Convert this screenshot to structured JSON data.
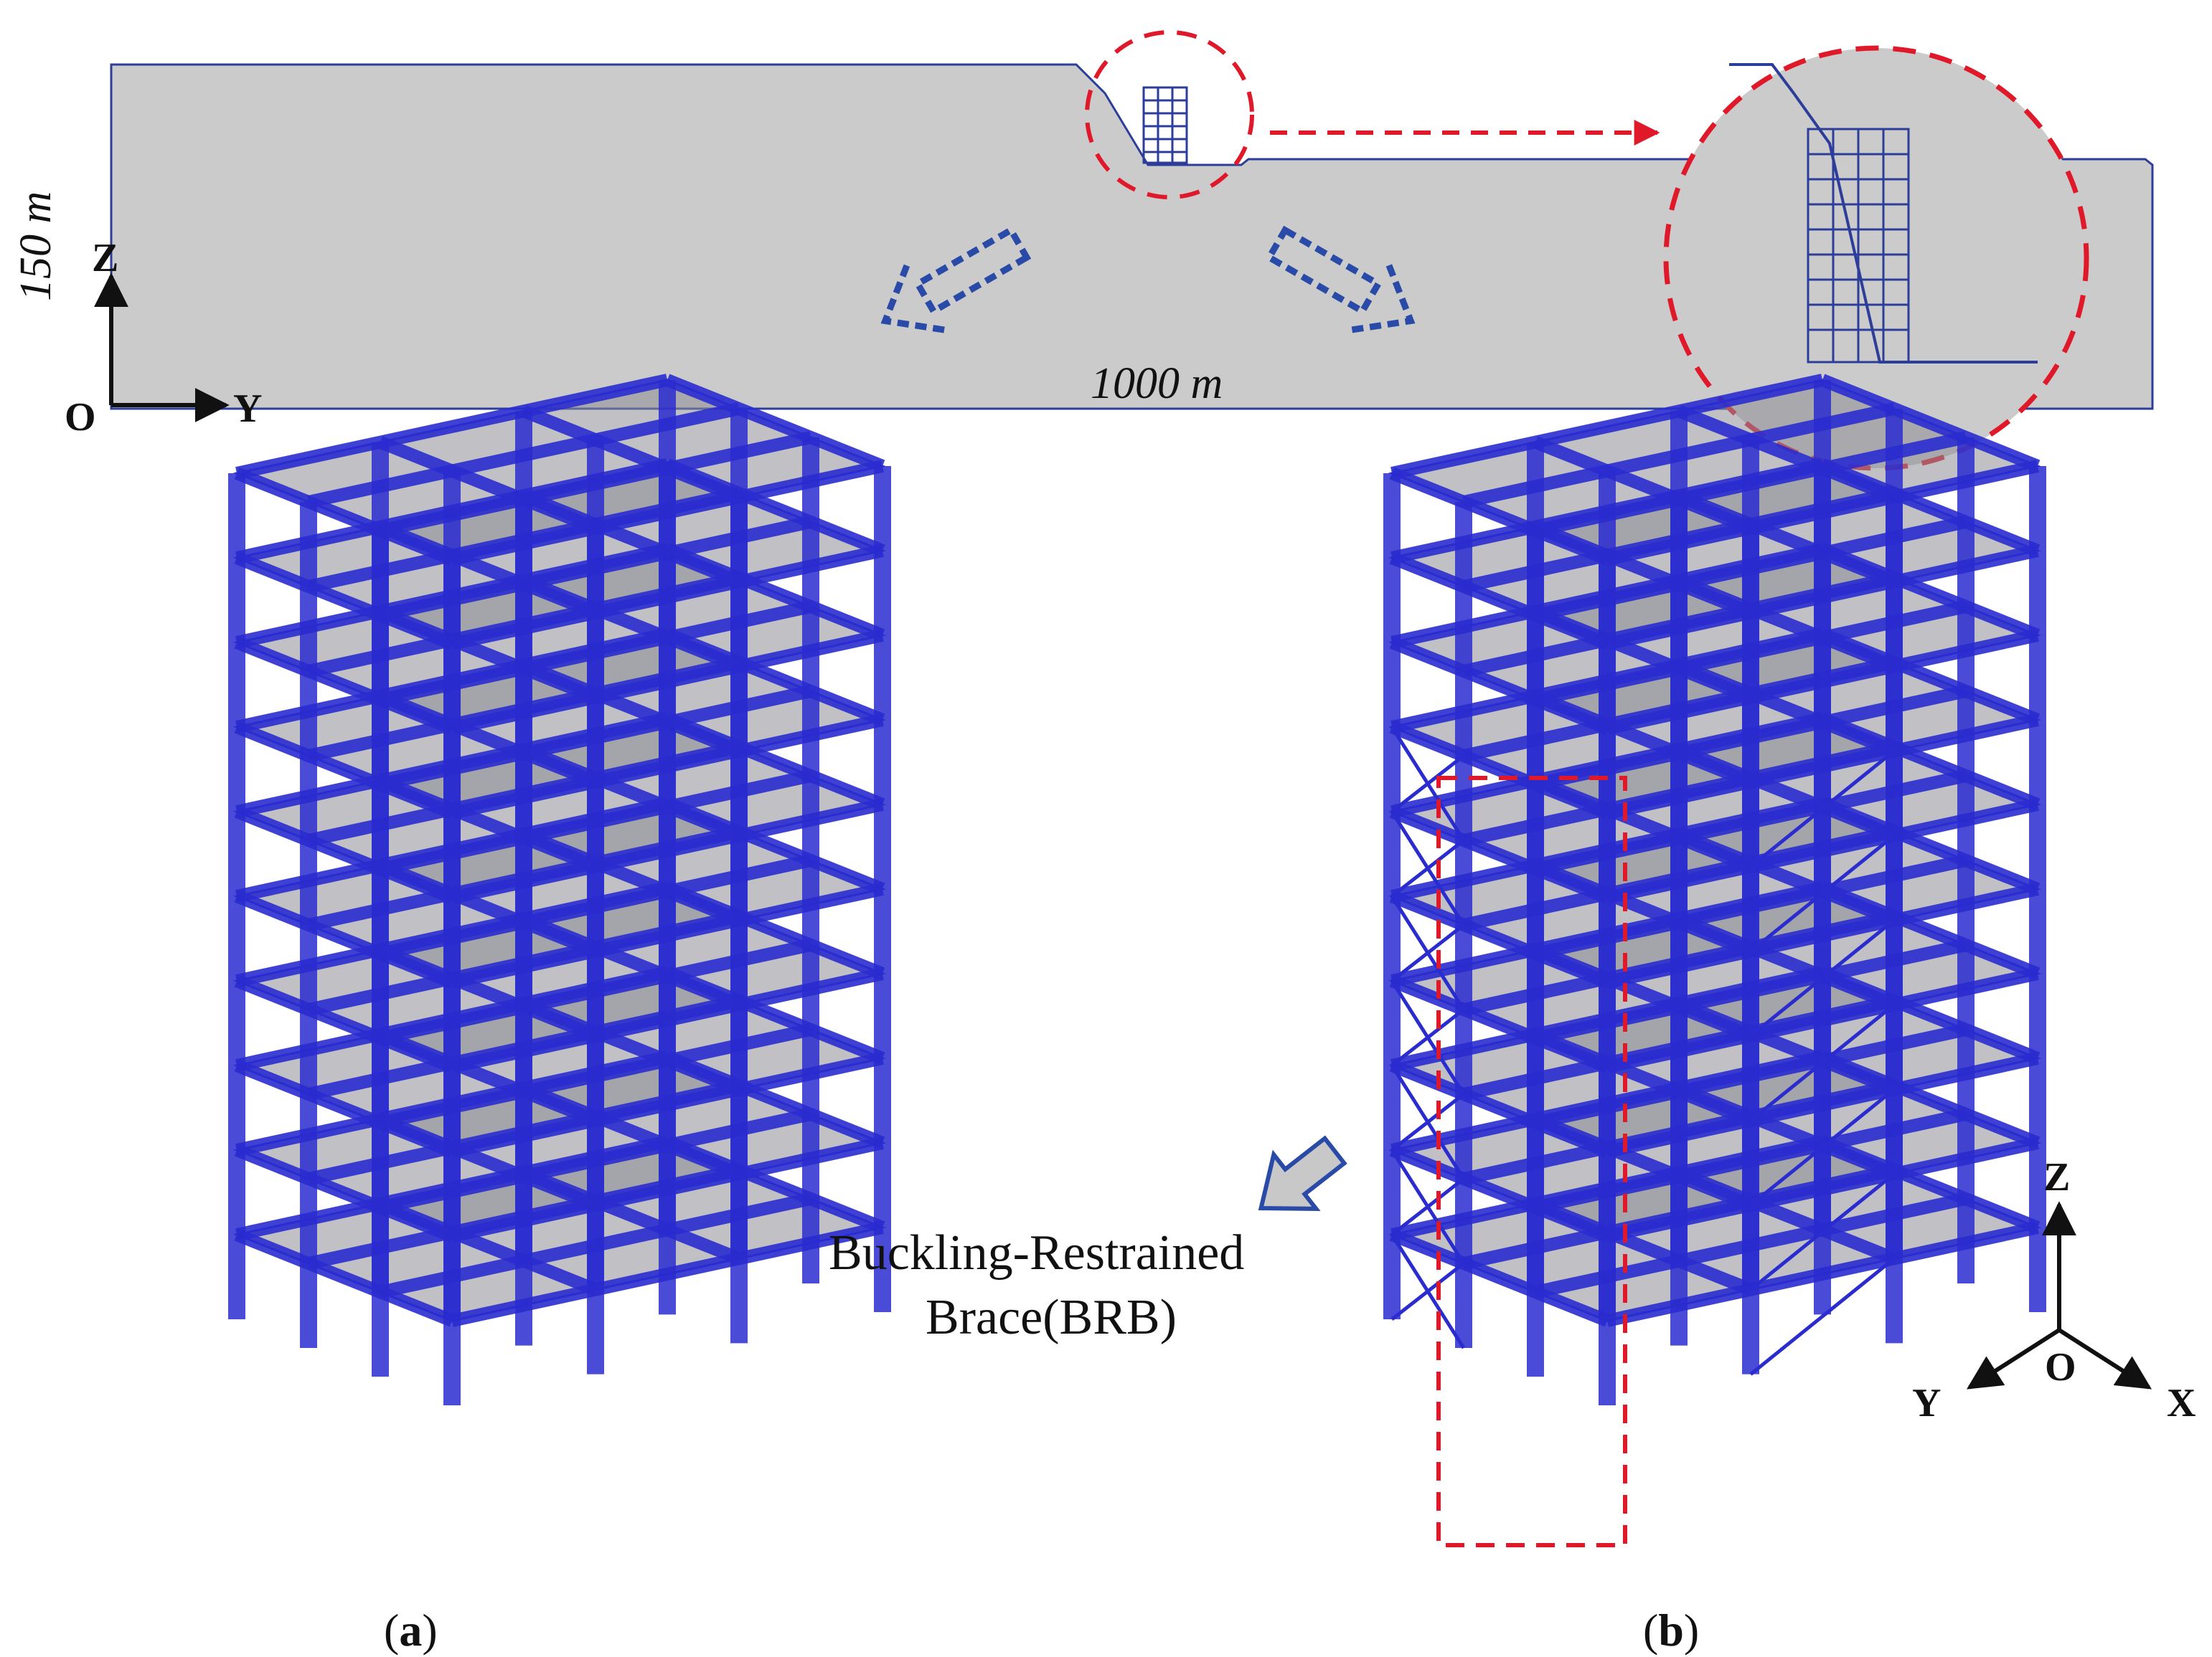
{
  "site_model": {
    "height_label": "150 m",
    "width_label": "1000 m",
    "axes": {
      "vertical": "Z",
      "horizontal": "Y",
      "origin": "O"
    },
    "colors": {
      "soil": "#cbcbcb",
      "outline": "#2c3e9a",
      "highlight": "#e0192a",
      "arrow": "#2a4aa8"
    }
  },
  "structures": {
    "brb_label_line1": "Buckling-Restrained",
    "brb_label_line2": "Brace(BRB)",
    "panel_a": {
      "open": "(",
      "letter": "a",
      "close": ")"
    },
    "panel_b": {
      "open": "(",
      "letter": "b",
      "close": ")"
    },
    "stories": 10,
    "colors": {
      "frame": "#2a2ccf",
      "slab": "#8c8c96"
    }
  },
  "axes3d": {
    "z": "Z",
    "y": "Y",
    "x": "X",
    "origin": "O"
  }
}
